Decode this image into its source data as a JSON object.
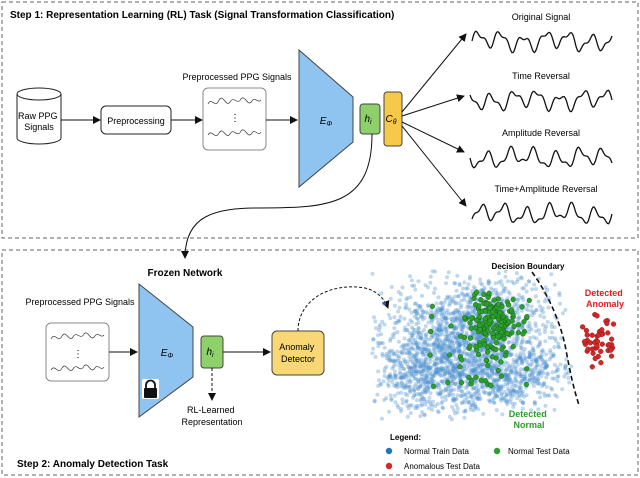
{
  "step1": {
    "title": "Step 1: Representation Learning (RL) Task (Signal Transformation Classification)",
    "raw_ppg": [
      "Raw PPG",
      "Signals"
    ],
    "preprocessing": "Preprocessing",
    "preprocessed_label": "Preprocessed PPG Signals",
    "encoder": "E",
    "encoder_sub": "Φ",
    "hidden": "h",
    "hidden_sub": "i",
    "classifier": "C",
    "classifier_sub": "θ",
    "outputs": [
      "Original Signal",
      "Time Reversal",
      "Amplitude Reversal",
      "Time+Amplitude Reversal"
    ]
  },
  "step2": {
    "title": "Step 2: Anomaly Detection Task",
    "frozen_network": "Frozen Network",
    "preprocessed_label": "Preprocessed PPG Signals",
    "encoder": "E",
    "encoder_sub": "Φ",
    "hidden": "h",
    "hidden_sub": "i",
    "rl_learned": [
      "RL-Learned",
      "Representation"
    ],
    "anomaly_detector": [
      "Anomaly",
      "Detector"
    ],
    "decision_boundary": "Decision Boundary",
    "detected_anomaly": [
      "Detected",
      "Anomaly"
    ],
    "detected_normal": [
      "Detected",
      "Normal"
    ],
    "legend_title": "Legend:",
    "legend": [
      {
        "label": "Normal Train Data",
        "color": "#1f77b4"
      },
      {
        "label": "Normal Test Data",
        "color": "#2ca02c"
      },
      {
        "label": "Anomalous Test Data",
        "color": "#d62728"
      }
    ]
  },
  "colors": {
    "encoder_fill": "#8fc3f0",
    "hidden_fill": "#8ed06a",
    "classifier_fill": "#f7c94a",
    "detector_fill": "#f8d774",
    "normal_train": "#1f77b4",
    "normal_test": "#2ca02c",
    "anomalous_test": "#d62728",
    "anomaly_text": "#e0201e",
    "normal_text": "#2f9a2a"
  },
  "icons": {
    "lock": "lock-icon"
  }
}
